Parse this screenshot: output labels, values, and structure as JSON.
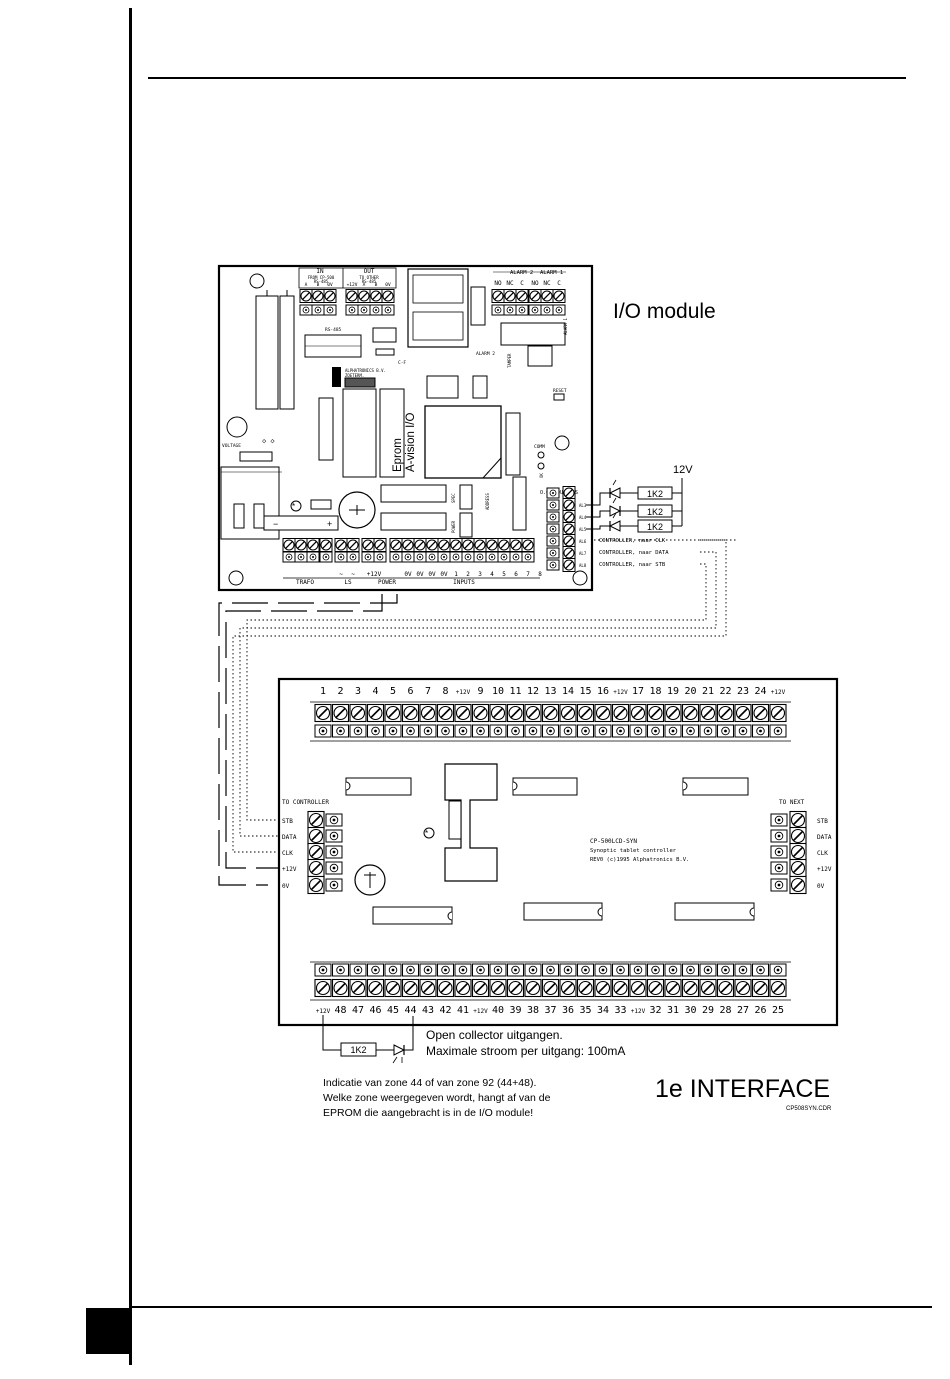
{
  "io_module": {
    "title": "I/O module",
    "eprom_line1": "Eprom",
    "eprom_line2": "A-vision I/O",
    "in_label": "IN",
    "out_label": "OUT",
    "in_sub1": "FROM CP-500",
    "in_sub2": "RS-485",
    "out_sub1": "TO OTHER",
    "out_sub2": "RS-485",
    "in_pins": [
      "A",
      "B",
      "0V"
    ],
    "out_pins": [
      "+12V",
      "A",
      "B",
      "0V"
    ],
    "alarm2_label": "ALARM 2",
    "alarm1_label": "ALARM 1",
    "alarm_pins": [
      "NO",
      "NC",
      "C",
      "NO",
      "NC",
      "C"
    ],
    "rs485_label": "RS-485",
    "alarm2_small": "ALARM 2",
    "alarm1_small": "ALARM 1",
    "maker_line1": "ALPHATRONICS B.V.",
    "maker_line2": "ZOETERM.",
    "cf_label": "C-F",
    "tamper_label": "TAMPER",
    "reset_label": "RESET",
    "comm_label": "COMM",
    "ok_label": "OK",
    "voltage_label": "VOLTAGE",
    "spec_label": "SPEC",
    "power_small": "POWER",
    "address_label": "ADDRESS",
    "oc_label": "O.C.",
    "outputs_label": "OUTPUTS",
    "al_labels": [
      "AL3",
      "AL4",
      "AL5",
      "AL6",
      "AL7",
      "AL8"
    ],
    "resistor": "1K2",
    "supply": "12V",
    "controller_notes": [
      "CONTROLLER, naar CLK",
      "CONTROLLER, naar DATA",
      "CONTROLLER, naar STB"
    ],
    "minus": "−",
    "plus": "+",
    "bottom_pins": [
      "~",
      "~",
      "+12V",
      "0V",
      "0V",
      "0V",
      "0V",
      "1",
      "2",
      "3",
      "4",
      "5",
      "6",
      "7",
      "8"
    ],
    "groups": [
      "TRAFO",
      "LS",
      "POWER",
      "INPUTS"
    ]
  },
  "synoptic": {
    "top_numbers": [
      "1",
      "2",
      "3",
      "4",
      "5",
      "6",
      "7",
      "8",
      "+12V",
      "9",
      "10",
      "11",
      "12",
      "13",
      "14",
      "15",
      "16",
      "+12V",
      "17",
      "18",
      "19",
      "20",
      "21",
      "22",
      "23",
      "24",
      "+12V"
    ],
    "bottom_numbers": [
      "+12V",
      "48",
      "47",
      "46",
      "45",
      "44",
      "43",
      "42",
      "41",
      "+12V",
      "40",
      "39",
      "38",
      "37",
      "36",
      "35",
      "34",
      "33",
      "+12V",
      "32",
      "31",
      "30",
      "29",
      "28",
      "27",
      "26",
      "25"
    ],
    "to_controller": "TO CONTROLLER",
    "to_next": "TO NEXT",
    "left_pins": [
      "STB",
      "DATA",
      "CLK",
      "+12V",
      "0V"
    ],
    "right_pins": [
      "STB",
      "DATA",
      "CLK",
      "+12V",
      "0V"
    ],
    "board_line1": "CP-500LCD-SYN",
    "board_line2": "Synoptic tablet controller",
    "board_line3": "REV0 (c)1995 Alphatronics B.V."
  },
  "notes": {
    "resistor": "1K2",
    "oc_line1": "Open collector uitgangen.",
    "oc_line2": "Maximale stroom per uitgang: 100mA",
    "indic_line1": "Indicatie van zone 44 of van zone 92 (44+48).",
    "indic_line2": "Welke zone weergegeven wordt, hangt af van de",
    "indic_line3": "EPROM die aangebracht is in de I/O module!",
    "interface_title": "1e INTERFACE",
    "file_name": "CP508SYN.CDR"
  }
}
